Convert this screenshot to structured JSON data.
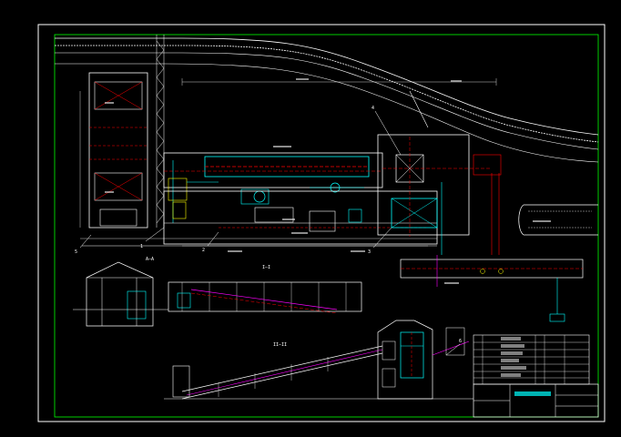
{
  "drawing": {
    "title_block_title": "",
    "section_labels": [
      "A—A",
      "I—I",
      "II—II"
    ],
    "callout_numbers": [
      "1",
      "2",
      "3",
      "4",
      "5",
      "6"
    ],
    "colors": {
      "background": "#000000",
      "outer_frame": "#ffffff",
      "inner_frame": "#00ff00",
      "primary": "#ffffff",
      "accent_red": "#ff0000",
      "accent_cyan": "#00ffff",
      "accent_yellow": "#ffff00",
      "accent_green": "#00ff00",
      "accent_magenta": "#ff00ff"
    }
  }
}
